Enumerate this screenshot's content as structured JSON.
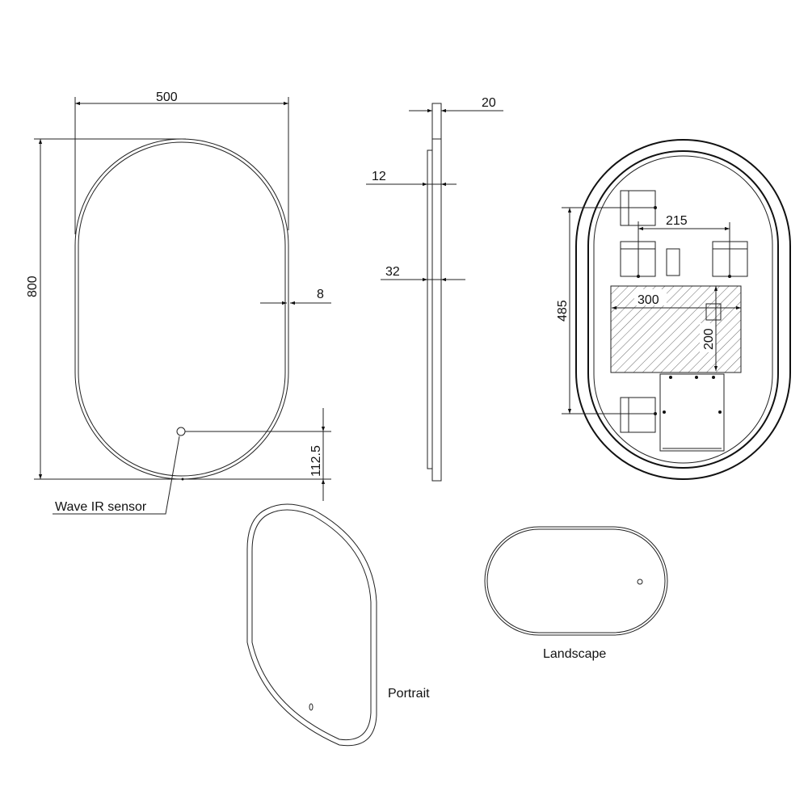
{
  "front_view": {
    "width_label": "500",
    "height_label": "800",
    "frame_label": "8",
    "sensor_offset_label": "112.5",
    "sensor_label": "Wave IR sensor"
  },
  "side_view": {
    "total_depth_label": "20",
    "panel_label": "12",
    "overall_label": "32"
  },
  "back_view": {
    "bracket_spacing_label": "215",
    "vertical_spacing_label": "485",
    "zone_width_label": "300",
    "zone_height_label": "200"
  },
  "perspectives": {
    "portrait_label": "Portrait",
    "landscape_label": "Landscape"
  }
}
